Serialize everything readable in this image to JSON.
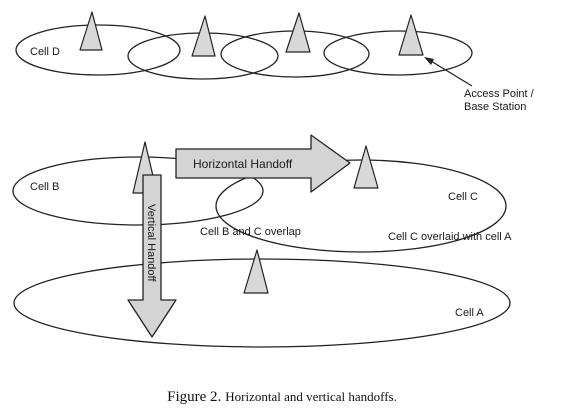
{
  "labels": {
    "cell_d": "Cell D",
    "access_point_line1": "Access Point /",
    "access_point_line2": "Base Station",
    "horizontal_handoff": "Horizontal Handoff",
    "cell_b": "Cell B",
    "cell_c": "Cell C",
    "vertical_handoff": "Vertical Handoff",
    "overlap": "Cell B and C overlap",
    "overlaid": "Cell C overlaid with cell A",
    "cell_a": "Cell A"
  },
  "caption": {
    "figure": "Figure 2.",
    "text": "Horizontal and vertical handoffs."
  },
  "colors": {
    "line": "#222222",
    "fill_gray": "#d8d8d8",
    "arrow_gray": "#d4d4d4"
  }
}
